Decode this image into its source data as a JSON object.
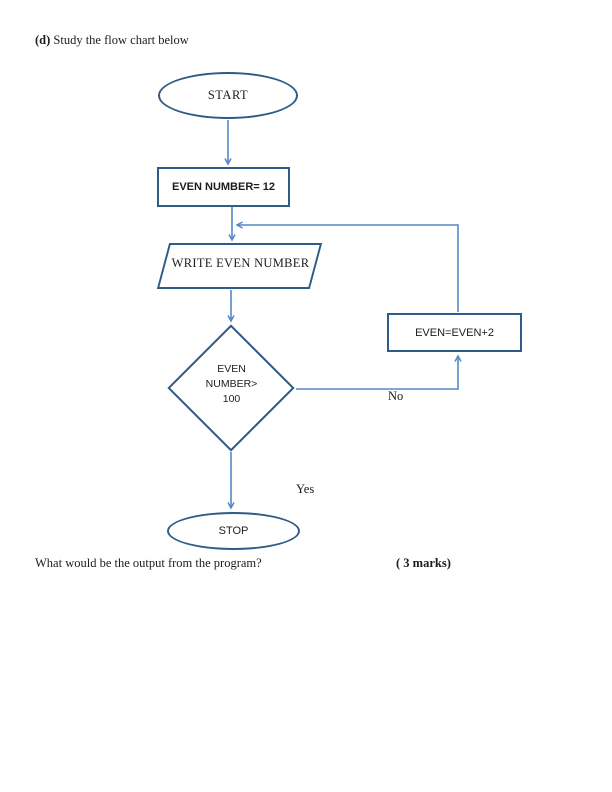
{
  "page": {
    "heading_label": "(d)",
    "heading_text": " Study the flow chart below",
    "question": "What would be the output from the program?",
    "marks": "( 3 marks)"
  },
  "flowchart": {
    "start_label": "START",
    "init_label": "EVEN NUMBER= 12",
    "output_label": "WRITE EVEN NUMBER",
    "decision_line1": "EVEN",
    "decision_line2": "NUMBER>",
    "decision_line3": "100",
    "increment_label": "EVEN=EVEN+2",
    "stop_label": "STOP",
    "no_label": "No",
    "yes_label": "Yes"
  },
  "colors": {
    "shape_border": "#2E5B87",
    "connector": "#5588C7",
    "text": "#1C1C1C"
  }
}
